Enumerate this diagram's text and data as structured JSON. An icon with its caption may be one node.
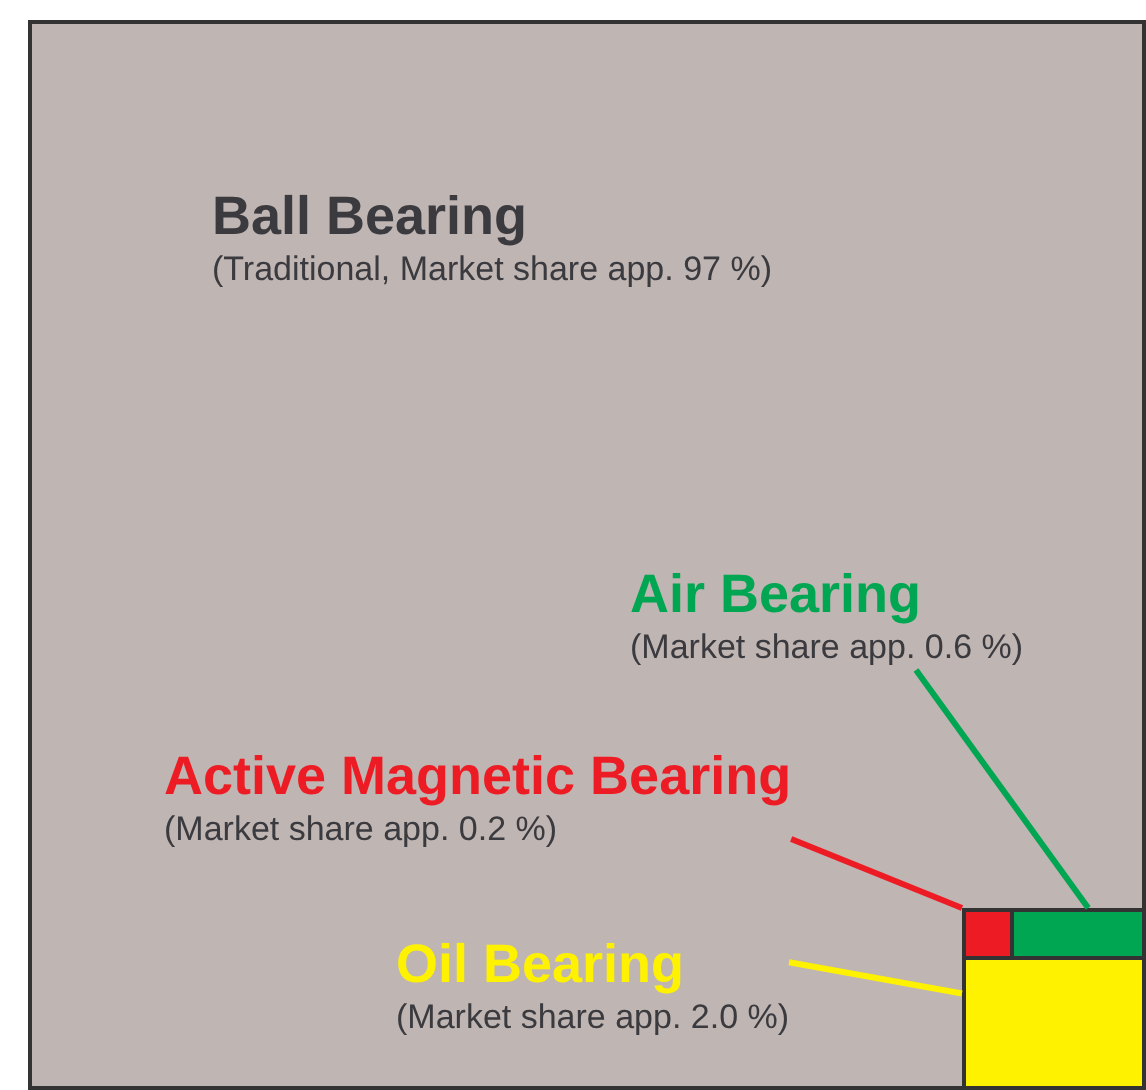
{
  "diagram": {
    "nodes": [
      {
        "text": [
          "Ball Bearing",
          "(Traditional, Market share app. 97 %)"
        ]
      },
      {
        "text": [
          "Air Bearing",
          "(Market share app. 0.6 %)"
        ],
        "in": 0
      },
      {
        "text": [
          "Active Magnetic Bearing",
          "(Market share app.  0.2 %)"
        ],
        "in": 0
      },
      {
        "text": [
          "Oil Bearing",
          "(Market share app.  2.0 %)"
        ],
        "in": 0
      },
      {
        "text": [],
        "shape": "box",
        "in": 0
      },
      {
        "text": [],
        "shape": "box",
        "in": 0
      },
      {
        "text": [],
        "shape": "box",
        "in": 0
      }
    ],
    "edges": [
      {
        "from": 1,
        "to": 5,
        "arrow": "none",
        "color": "#00a651"
      },
      {
        "from": 2,
        "to": 4,
        "arrow": "none",
        "color": "#ed1c24"
      },
      {
        "from": 3,
        "to": 6,
        "arrow": "none",
        "color": "#fff200"
      }
    ]
  }
}
